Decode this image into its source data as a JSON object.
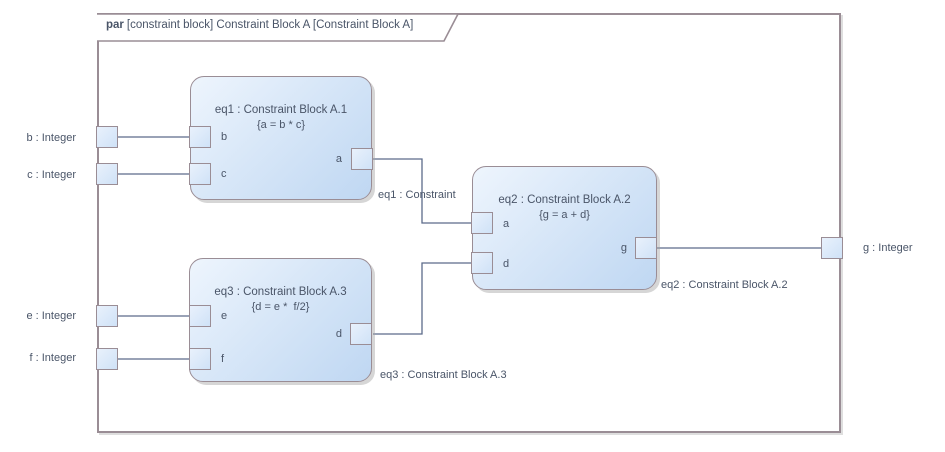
{
  "diagram": {
    "frame_keyword": "par",
    "frame_title": "[constraint block] Constraint Block A [Constraint Block A]"
  },
  "external_pins": {
    "b": "b : Integer",
    "c": "c : Integer",
    "e": "e : Integer",
    "f": "f : Integer",
    "g": "g : Integer"
  },
  "blocks": {
    "eq1": {
      "title": "eq1 : Constraint Block A.1",
      "constraint": "{a = b * c}",
      "port_b": "b",
      "port_c": "c",
      "port_a": "a"
    },
    "eq2": {
      "title": "eq2 : Constraint Block A.2",
      "constraint": "{g = a + d}",
      "port_a": "a",
      "port_d": "d",
      "port_g": "g"
    },
    "eq3": {
      "title": "eq3 : Constraint Block A.3",
      "constraint": "{d = e *  f/2}",
      "port_e": "e",
      "port_f": "f",
      "port_d": "d"
    }
  },
  "connector_labels": {
    "eq1_to_eq2": "eq1 : Constraint",
    "eq3_to_eq2": "eq3 : Constraint Block A.3",
    "eq2_to_g": "eq2 : Constraint Block A.2"
  },
  "colors": {
    "block_fill_light": "#eef5fd",
    "block_fill_dark": "#bfd7f2",
    "block_border": "#9a8d95",
    "connector": "#5c6b8a",
    "text": "#4a5568",
    "frame_border": "#9a8d95",
    "shadow": "#a5a5a5",
    "background": "#ffffff"
  }
}
